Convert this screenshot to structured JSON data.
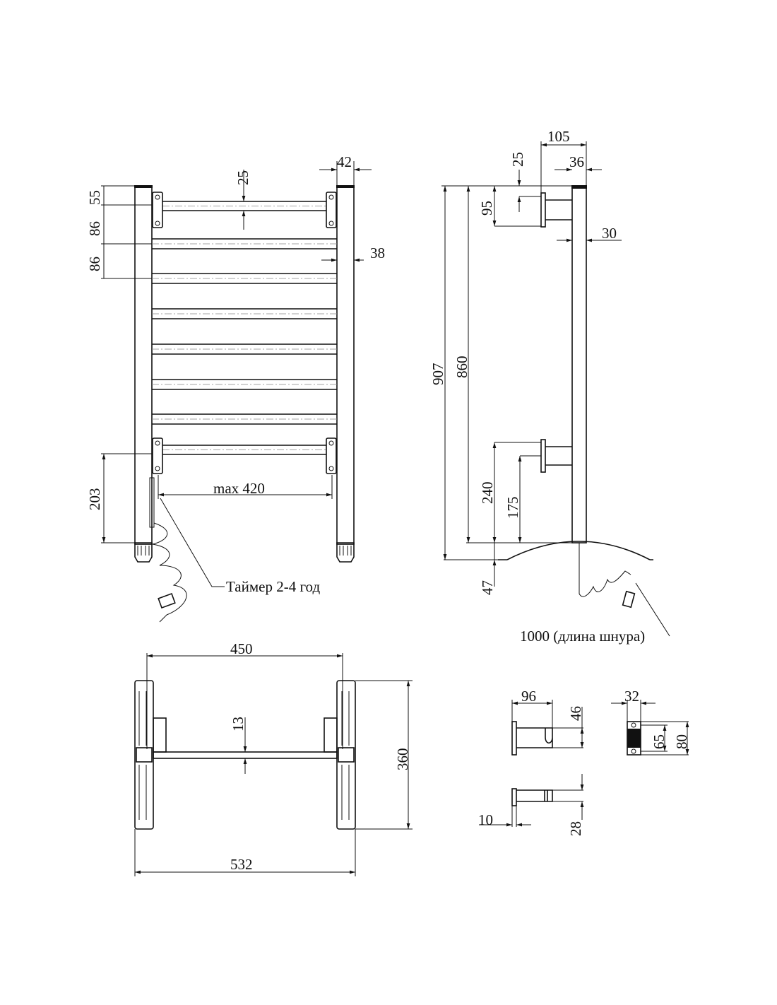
{
  "front_view": {
    "dims": {
      "top_offset": "55",
      "rail_pitch_1": "86",
      "rail_pitch_2": "86",
      "rail_height": "25",
      "post_width": "42",
      "post_depth": "38",
      "bottom_offset": "203",
      "max_width": "max 420"
    },
    "timer_label": "Таймер 2-4 год"
  },
  "side_view": {
    "dims": {
      "bracket_depth": "105",
      "post_width": "36",
      "bracket_top": "25",
      "bracket_height": "95",
      "tube_width": "30",
      "total_height": "907",
      "post_height": "860",
      "lower_bracket": "240",
      "lower_bracket_center": "175",
      "foot_height": "47"
    },
    "cord_label": "1000 (длина шнура)"
  },
  "top_view": {
    "dims": {
      "axis_width": "450",
      "rail_thickness": "13",
      "foot_depth": "360",
      "total_width": "532"
    }
  },
  "details": {
    "hook": {
      "length": "96",
      "height": "46"
    },
    "plate": {
      "width": "32",
      "hole_pitch": "65",
      "height": "80"
    },
    "hook_top": {
      "plate_thickness": "10",
      "diameter": "28"
    }
  }
}
